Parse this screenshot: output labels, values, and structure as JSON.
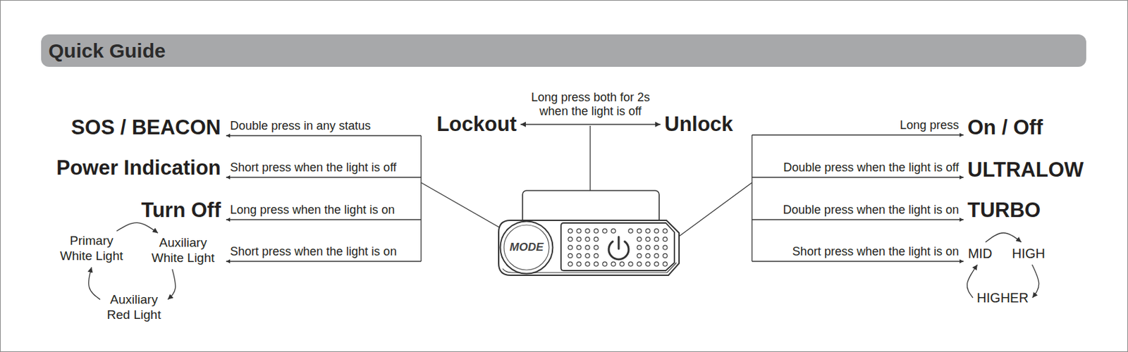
{
  "diagram": {
    "title": "Quick Guide",
    "nodes": [
      {
        "text": [
          "Lockout"
        ]
      },
      {
        "text": [
          "Unlock"
        ]
      },
      {
        "text": [
          "MODE"
        ]
      },
      {
        "text": [
          "Primary White Light"
        ]
      },
      {
        "text": [
          "Auxiliary White Light"
        ]
      },
      {
        "text": [
          "Auxiliary Red Light"
        ]
      },
      {
        "text": [
          "MID"
        ]
      },
      {
        "text": [
          "HIGH"
        ]
      },
      {
        "text": [
          "HIGHER"
        ]
      }
    ],
    "edges": [
      {
        "from": 0,
        "to": 1,
        "label": "Long press both for 2s when the light is off",
        "arrow": "both"
      },
      {
        "from": 3,
        "to": 4,
        "arrow": "to"
      },
      {
        "from": 4,
        "to": 5,
        "arrow": "to"
      },
      {
        "from": 5,
        "to": 3,
        "arrow": "to"
      },
      {
        "from": 6,
        "to": 7,
        "arrow": "to"
      },
      {
        "from": 7,
        "to": 8,
        "arrow": "to"
      },
      {
        "from": 8,
        "to": 6,
        "arrow": "to"
      }
    ],
    "labels": [
      "SOS / BEACON",
      "Double press in any status",
      "Power Indication",
      "Short press when the light is off",
      "Turn Off",
      "Long press when the light is on",
      "Short press when the light is on",
      "Long press",
      "On / Off",
      "Double press when the light is off",
      "ULTRALOW",
      "Double press when the light is on",
      "TURBO",
      "Short press when the light is on"
    ]
  }
}
